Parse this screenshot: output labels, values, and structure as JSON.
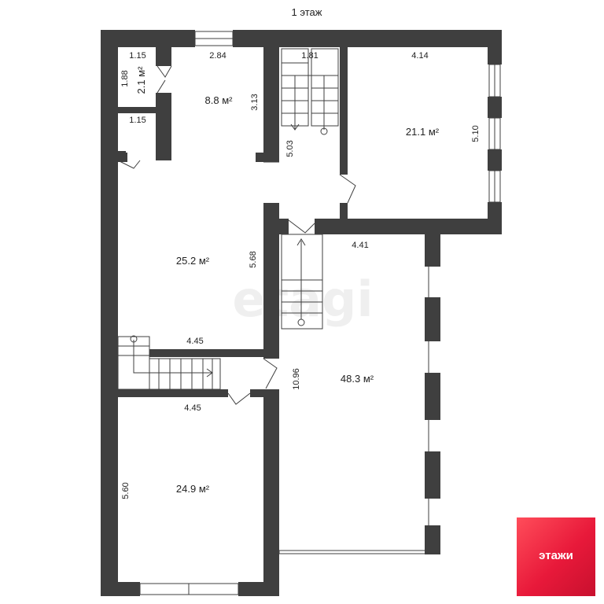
{
  "title": "1 этаж",
  "watermark": "etagi",
  "logo": {
    "text": "этажи",
    "color": "#e8193a"
  },
  "rooms": {
    "wc_small": {
      "area": "2.1 м²",
      "w": "1.15",
      "h": "1.88"
    },
    "closet": {
      "w": "1.15"
    },
    "room_8": {
      "area": "8.8 м²",
      "w": "2.84",
      "h": "3.13"
    },
    "hall_stair": {
      "w": "1.81",
      "h": "5.03"
    },
    "room_21": {
      "area": "21.1 м²",
      "w": "4.14",
      "h": "5.10"
    },
    "room_25": {
      "area": "25.2 м²",
      "w": "4.45",
      "h": "5.68"
    },
    "room_48": {
      "area": "48.3 м²",
      "w": "4.41",
      "h": "10.96"
    },
    "room_24": {
      "area": "24.9 м²",
      "w": "4.45",
      "h": "5.60"
    }
  },
  "colors": {
    "wall": "#3f3f3f",
    "background": "#ffffff"
  },
  "icons": [
    "stair-icon",
    "door-swing-icon",
    "window-icon"
  ]
}
